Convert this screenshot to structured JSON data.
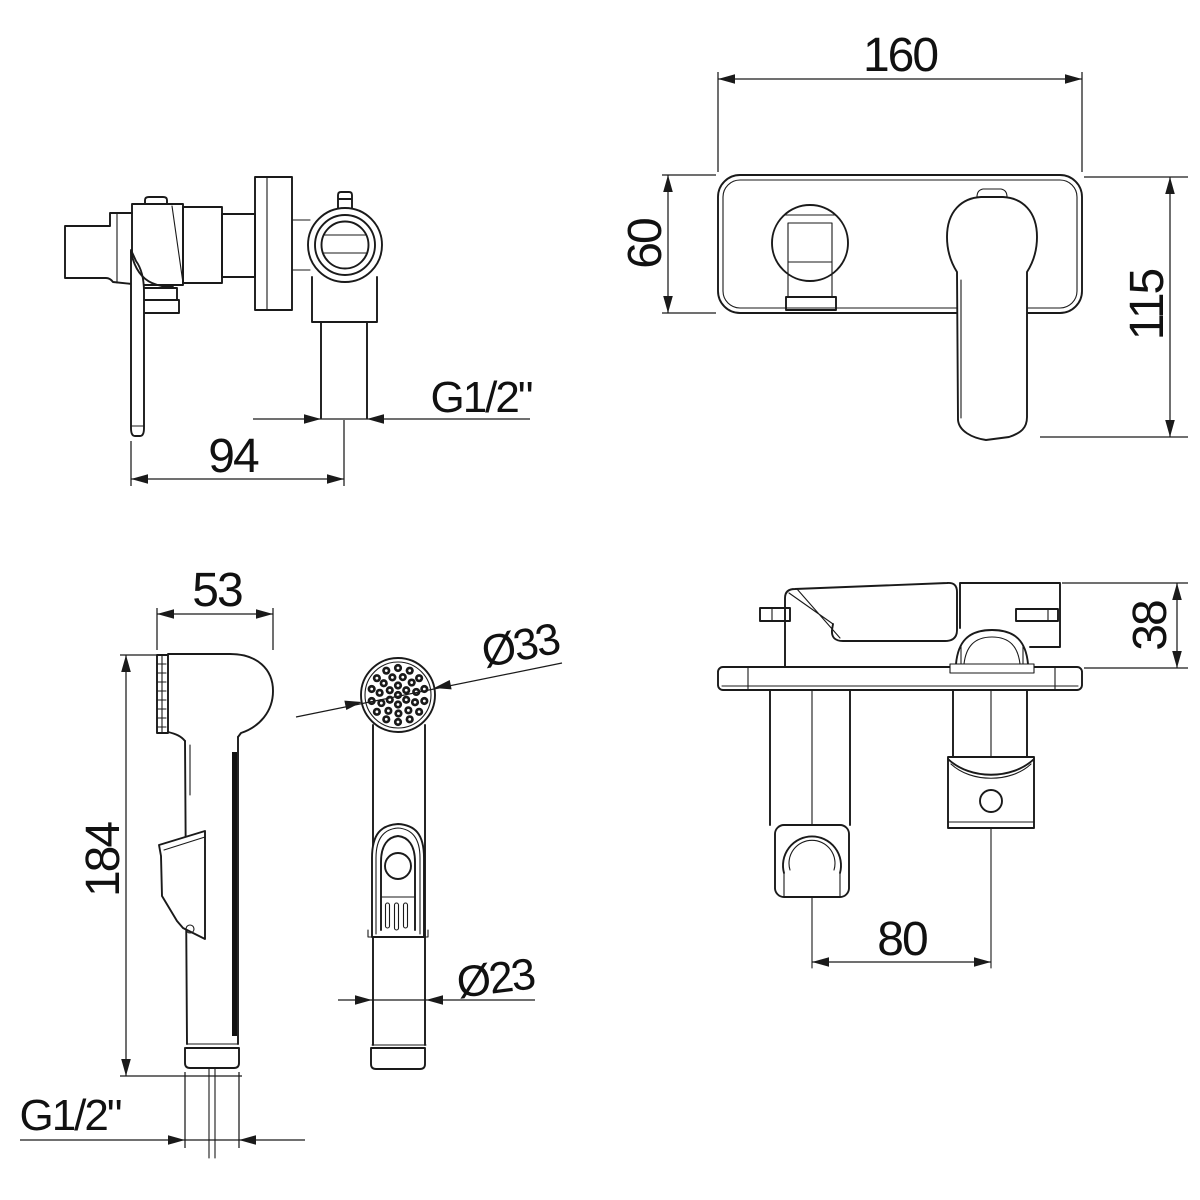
{
  "drawing": {
    "type": "technical-drawing",
    "background": "#ffffff",
    "line_color": "#1a1a1a",
    "views": {
      "mixer_side": {
        "title": "built-in mixer side view",
        "dims": {
          "wall_to_outlet": "94",
          "outlet_thread": "G1/2\""
        }
      },
      "mixer_front": {
        "title": "wall plate front view",
        "dims": {
          "plate_width": "160",
          "plate_height": "60",
          "handle_drop": "115"
        }
      },
      "spray": {
        "title": "hand spray side and front views",
        "dims": {
          "head_depth": "53",
          "total_length": "184",
          "inlet_thread": "G1/2\"",
          "face_diameter": "Ø33",
          "grip_diameter": "Ø23"
        }
      },
      "mixer_top": {
        "title": "top view",
        "dims": {
          "projection": "38",
          "outlet_spacing": "80"
        }
      }
    }
  }
}
